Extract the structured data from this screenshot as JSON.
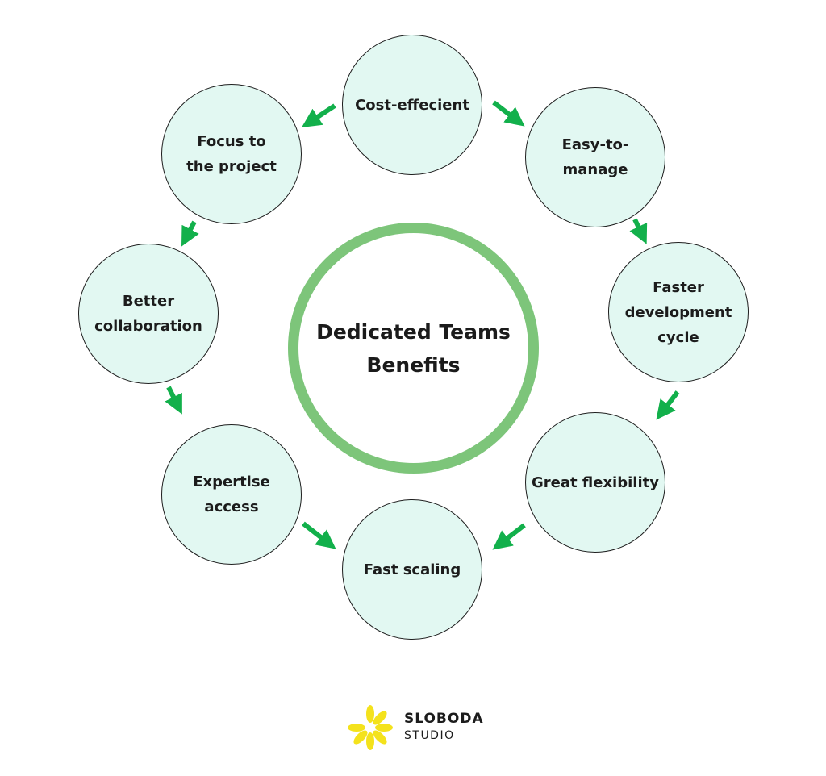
{
  "diagram": {
    "center": "Dedicated Teams Benefits",
    "nodes": {
      "cost": "Cost-effecient",
      "easy": "Easy-to-\nmanage",
      "faster": "Faster\ndevelopment\ncycle",
      "flex": "Great flexibility",
      "scale": "Fast scaling",
      "expertise": "Expertise\naccess",
      "collab": "Better\ncollaboration",
      "focus": "Focus to\nthe project"
    }
  },
  "logo": {
    "line1": "SLOBODA",
    "line2": "STUDIO"
  },
  "colors": {
    "node_fill": "#e2f8f2",
    "center_ring": "#7dc57a",
    "arrow": "#12b04b",
    "logo_petal": "#f4e21c"
  }
}
